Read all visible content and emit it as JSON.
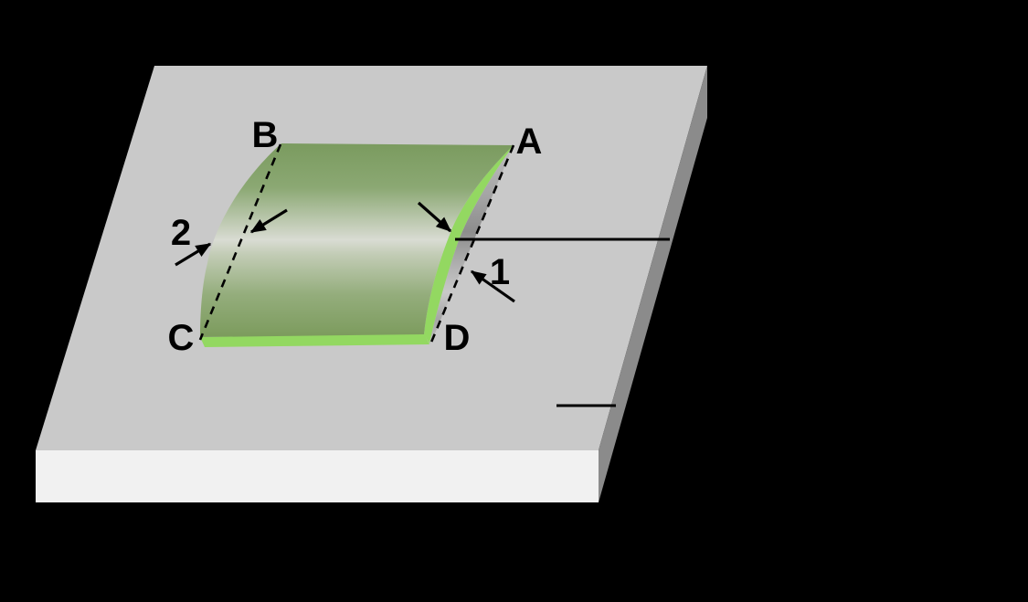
{
  "figure": {
    "background_color": "#000000",
    "line_color": "#000000",
    "substrate": {
      "top_face_color": "#c9c9c9",
      "front_face_color": "#f1f1f1",
      "side_face_color": "#8b8b8b"
    },
    "sheet": {
      "edge_band_color": "#93d861",
      "surface_gradient": {
        "stop1": "#78995c",
        "stop2": "#8ba873",
        "stop3": "#c9d1bf",
        "stop4": "#d9dcd3",
        "stop5": "#c2ccb5",
        "stop6": "#94ad7c",
        "stop7": "#769755"
      },
      "shadow_gradient": {
        "stop1": "#c4c4c4",
        "stop2": "#a2a2a2",
        "stop3": "#8d8d8d",
        "stop4": "#b4b4b4",
        "stop5": "#c9c9c9",
        "stop6": "#a5a5a5",
        "stop7": "#c6c6c6"
      }
    },
    "labels": {
      "corner_a": "A",
      "corner_b": "B",
      "corner_c": "C",
      "corner_d": "D",
      "pointer_1": "1",
      "pointer_2": "2"
    }
  }
}
